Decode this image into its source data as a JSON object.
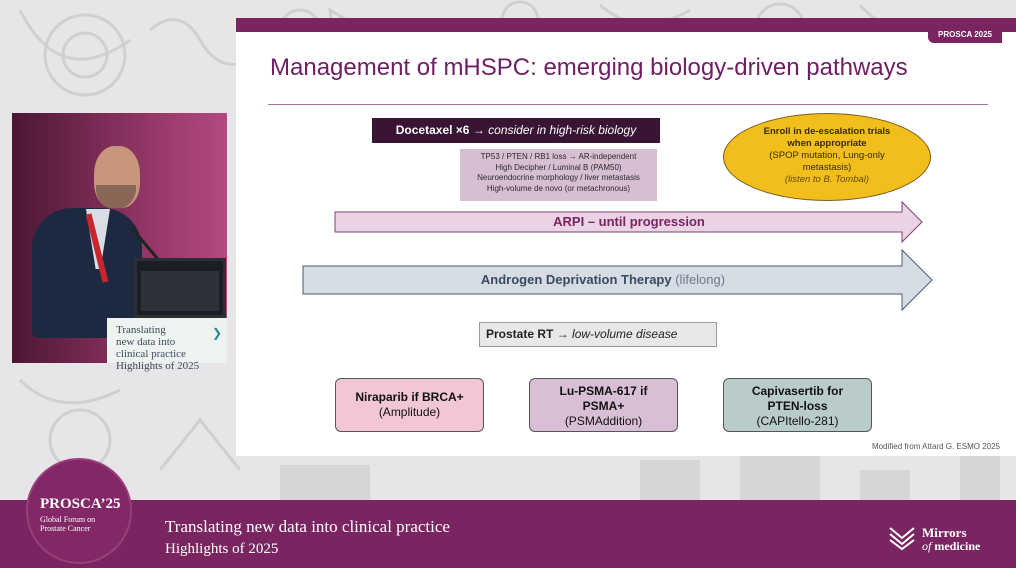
{
  "slide": {
    "tag": "PROSCA 2025",
    "title": "Management of mHSPC: emerging biology-driven pathways",
    "docetaxel": {
      "bold": "Docetaxel ×6",
      "rest": " → ",
      "italic": "consider in high-risk biology"
    },
    "risk_factors": [
      "TP53 / PTEN / RB1 loss → AR-independent",
      "High Decipher / Luminal B (PAM50)",
      "Neuroendocrine morphology / liver metastasis",
      "High-volume de novo (or metachronous)"
    ],
    "trials": {
      "bold": "Enroll in de-escalation trials when appropriate",
      "plain": "(SPOP mutation, Lung-only metastasis)",
      "italic": "(listen to B. Tombal)"
    },
    "arpi_label": "ARPI – until progression",
    "adt": {
      "bold": "Androgen Deprivation Therapy",
      "light": " (lifelong)"
    },
    "rt": {
      "bold": "Prostate RT",
      "arrow": " → ",
      "italic": "low-volume disease"
    },
    "drugs": [
      {
        "name": "Niraparib if BRCA+",
        "sub": "(Amplitude)",
        "color": "#f2c6d2"
      },
      {
        "name": "Lu-PSMA-617 if PSMA+",
        "sub": "(PSMAddition)",
        "color": "#d9bfd6"
      },
      {
        "name": "Capivasertib for PTEN-loss",
        "sub": "(CAPItello-281)",
        "color": "#b9ccca"
      }
    ],
    "credit": "Modified from Attard G. ESMO 2025"
  },
  "video": {
    "podium_text": "Translating\nnew data into\nclinical practice\nHighlights of 2025"
  },
  "footer": {
    "badge_title": "PROSCA’25",
    "badge_sub": "Global Forum on\nProstate Cancer",
    "title": "Translating new data into clinical practice",
    "subtitle": "Highlights of 2025",
    "brand_line1": "Mirrors",
    "brand_of": "of",
    "brand_medicine": " medicine"
  },
  "colors": {
    "brand": "#7a2461",
    "arpi_fill": "#e9d3e4",
    "adt_fill": "#d6dce4",
    "oval": "#f1be1c"
  }
}
